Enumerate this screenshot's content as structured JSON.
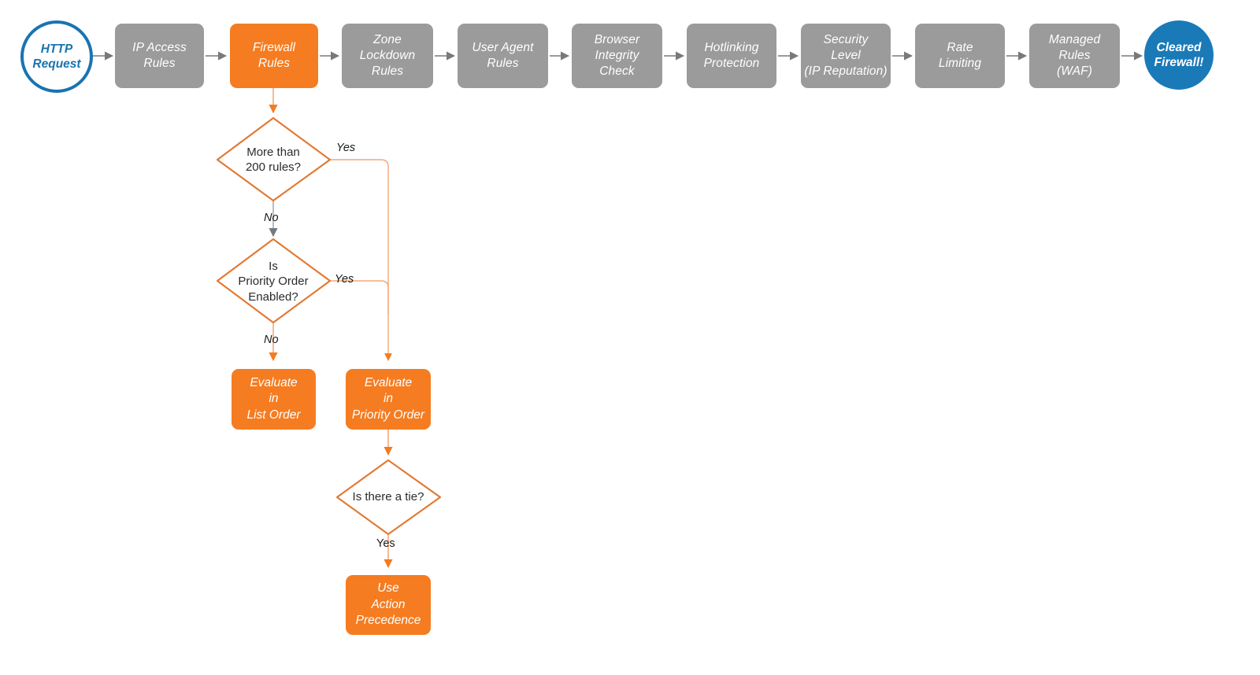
{
  "diagram": {
    "title": "Cloudflare firewall evaluation order flowchart",
    "colors": {
      "gray_stage": "#9b9b9b",
      "orange_stage": "#f57c20",
      "blue_outline": "#1a74b0",
      "blue_fill": "#1a7ab8",
      "orange_connector": "#f08a4b",
      "gray_connector": "#77797b",
      "diamond_stroke": "#e2782f",
      "text_dark": "#2b2b2b",
      "text_white": "#ffffff"
    },
    "pipeline": [
      {
        "id": "http-request",
        "shape": "circle",
        "label": "HTTP\nRequest",
        "style": "blue-outline"
      },
      {
        "id": "ip-access-rules",
        "shape": "box",
        "label": "IP Access\nRules",
        "style": "gray"
      },
      {
        "id": "firewall-rules",
        "shape": "box",
        "label": "Firewall\nRules",
        "style": "orange"
      },
      {
        "id": "zone-lockdown-rules",
        "shape": "box",
        "label": "Zone\nLockdown\nRules",
        "style": "gray"
      },
      {
        "id": "user-agent-rules",
        "shape": "box",
        "label": "User Agent\nRules",
        "style": "gray"
      },
      {
        "id": "browser-integrity-check",
        "shape": "box",
        "label": "Browser\nIntegrity\nCheck",
        "style": "gray"
      },
      {
        "id": "hotlinking-protection",
        "shape": "box",
        "label": "Hotlinking\nProtection",
        "style": "gray"
      },
      {
        "id": "security-level",
        "shape": "box",
        "label": "Security\nLevel\n(IP Reputation)",
        "style": "gray"
      },
      {
        "id": "rate-limiting",
        "shape": "box",
        "label": "Rate\nLimiting",
        "style": "gray"
      },
      {
        "id": "managed-rules-waf",
        "shape": "box",
        "label": "Managed\nRules\n(WAF)",
        "style": "gray"
      },
      {
        "id": "cleared-firewall",
        "shape": "circle",
        "label": "Cleared\nFirewall!",
        "style": "blue-fill"
      }
    ],
    "decisions": [
      {
        "id": "more-than-200-rules",
        "label": "More than\n200 rules?"
      },
      {
        "id": "is-priority-order-enabled",
        "label": "Is\nPriority Order\nEnabled?"
      },
      {
        "id": "is-there-a-tie",
        "label": "Is there a tie?"
      }
    ],
    "processes": [
      {
        "id": "evaluate-in-list-order",
        "label": "Evaluate\nin\nList Order"
      },
      {
        "id": "evaluate-in-priority-order",
        "label": "Evaluate\nin\nPriority Order"
      },
      {
        "id": "use-action-precedence",
        "label": "Use\nAction\nPrecedence"
      }
    ],
    "edge_labels": {
      "yes_from_200_rules": "Yes",
      "no_from_200_rules": "No",
      "yes_from_priority_enabled": "Yes",
      "no_from_priority_enabled": "No",
      "yes_from_tie": "Yes"
    }
  }
}
